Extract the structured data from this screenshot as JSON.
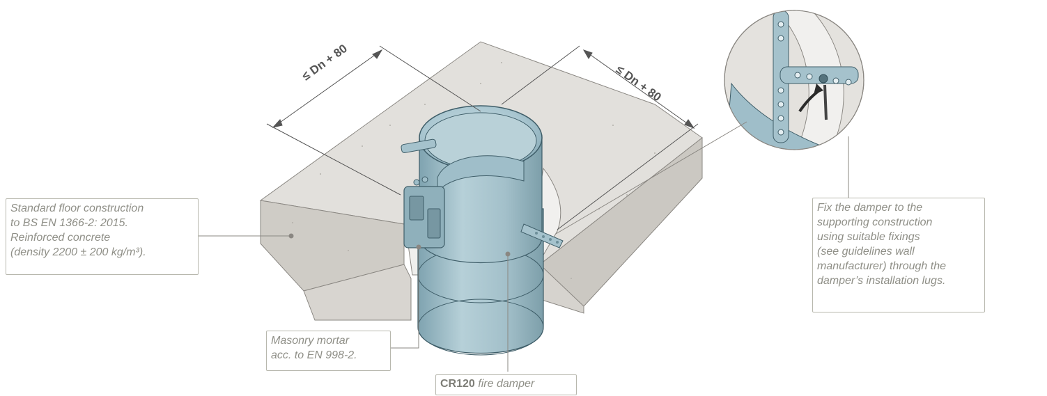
{
  "dimensions": {
    "left": "≤ Dn + 80",
    "right": "≤ Dn + 80"
  },
  "callouts": {
    "floor": {
      "lines": [
        "Standard floor construction",
        "to BS EN 1366-2: 2015.",
        "Reinforced concrete",
        "(density 2200 ± 200 kg/m³)."
      ]
    },
    "mortar": {
      "lines": [
        "Masonry mortar",
        "acc. to EN 998-2."
      ]
    },
    "damper": {
      "model": "CR120",
      "description": "fire damper"
    },
    "fixing": {
      "lines": [
        "Fix the damper to the",
        "supporting construction",
        "using suitable fixings",
        "(see guidelines wall",
        "manufacturer) through the",
        "damper’s installation lugs."
      ]
    }
  },
  "colors": {
    "concrete_top": "#e2e0dc",
    "concrete_side": "#d6d3ce",
    "concrete_front": "#cbc8c2",
    "damper_body": "#a9c6d0",
    "damper_dark": "#7fa3b0",
    "mortar": "#efefed",
    "callout_border": "#b7b7ad",
    "callout_text": "#8f8f87"
  }
}
